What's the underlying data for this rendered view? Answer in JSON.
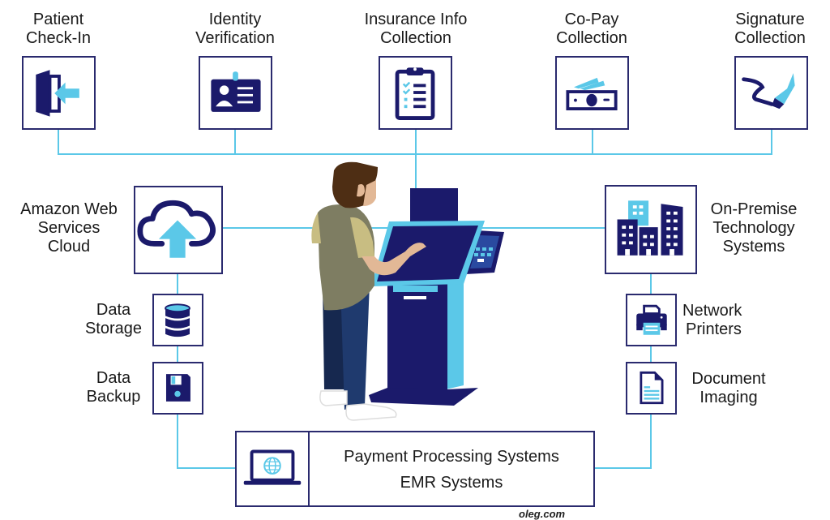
{
  "diagram": {
    "colors": {
      "navy": "#1b1a6b",
      "cyan": "#5bc8e8",
      "border": "#2a2a6e",
      "text": "#1a1a1a"
    },
    "top_nodes": [
      {
        "id": "patient-check-in",
        "label_lines": [
          "Patient",
          "Check-In"
        ],
        "icon": "door-enter-icon"
      },
      {
        "id": "identity-verification",
        "label_lines": [
          "Identity",
          "Verification"
        ],
        "icon": "id-badge-icon"
      },
      {
        "id": "insurance-info-collection",
        "label_lines": [
          "Insurance Info",
          "Collection"
        ],
        "icon": "clipboard-checklist-icon"
      },
      {
        "id": "co-pay-collection",
        "label_lines": [
          "Co-Pay",
          "Collection"
        ],
        "icon": "cash-bill-icon"
      },
      {
        "id": "signature-collection",
        "label_lines": [
          "Signature",
          "Collection"
        ],
        "icon": "signature-pen-icon"
      }
    ],
    "left_nodes": [
      {
        "id": "aws-cloud",
        "label_lines": [
          "Amazon Web",
          "Services",
          "Cloud"
        ],
        "icon": "cloud-upload-icon"
      },
      {
        "id": "data-storage",
        "label_lines": [
          "Data",
          "Storage"
        ],
        "icon": "database-icon"
      },
      {
        "id": "data-backup",
        "label_lines": [
          "Data",
          "Backup"
        ],
        "icon": "floppy-disk-icon"
      }
    ],
    "right_nodes": [
      {
        "id": "on-premise",
        "label_lines": [
          "On-Premise",
          "Technology",
          "Systems"
        ],
        "icon": "buildings-icon"
      },
      {
        "id": "network-printers",
        "label_lines": [
          "Network",
          "Printers"
        ],
        "icon": "printer-icon"
      },
      {
        "id": "document-imaging",
        "label_lines": [
          "Document",
          "Imaging"
        ],
        "icon": "document-icon"
      }
    ],
    "bottom_node": {
      "icon": "laptop-globe-icon",
      "lines": [
        "Payment Processing Systems",
        "EMR Systems"
      ]
    },
    "center_illustration": "person-using-kiosk",
    "watermark": "oleg.com"
  }
}
